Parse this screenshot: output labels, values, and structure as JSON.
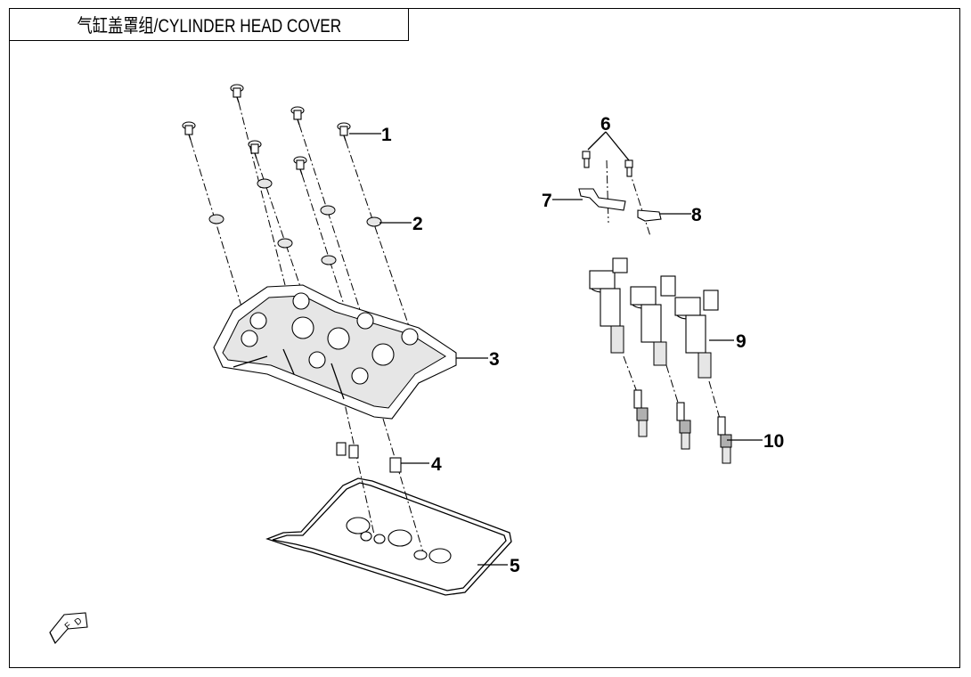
{
  "title": "气缸盖罩组/CYLINDER HEAD COVER",
  "callouts": [
    {
      "id": "c1",
      "label": "1"
    },
    {
      "id": "c2",
      "label": "2"
    },
    {
      "id": "c3",
      "label": "3"
    },
    {
      "id": "c4",
      "label": "4"
    },
    {
      "id": "c5",
      "label": "5"
    },
    {
      "id": "c6",
      "label": "6"
    },
    {
      "id": "c7",
      "label": "7"
    },
    {
      "id": "c8",
      "label": "8"
    },
    {
      "id": "c9",
      "label": "9"
    },
    {
      "id": "c10",
      "label": "10"
    }
  ],
  "fwd_icon": "fwd-arrow-icon"
}
